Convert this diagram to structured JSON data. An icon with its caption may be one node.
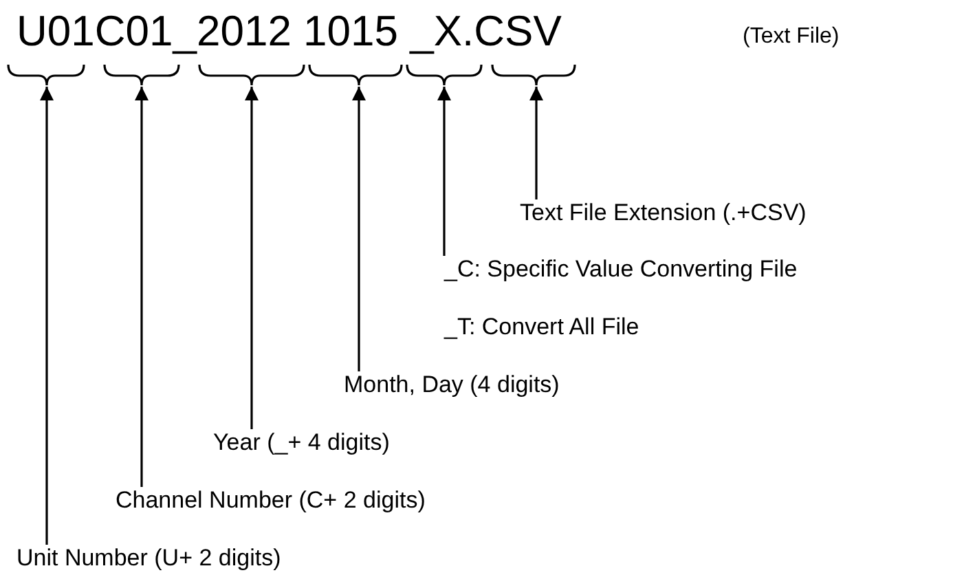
{
  "diagram": {
    "nodes": [
      {
        "text": [],
        "shape": "brace"
      },
      {
        "text": [],
        "shape": "brace"
      },
      {
        "text": [],
        "shape": "brace"
      },
      {
        "text": [],
        "shape": "brace"
      },
      {
        "text": [],
        "shape": "brace"
      },
      {
        "text": [],
        "shape": "brace"
      },
      {
        "text": [
          "Unit Number (U+ 2 digits)"
        ]
      },
      {
        "text": [
          "Channel Number (C+ 2 digits)"
        ]
      },
      {
        "text": [
          "Year (_+ 4 digits)"
        ]
      },
      {
        "text": [
          "Month, Day (4 digits)"
        ]
      },
      {
        "text": [
          "_C: Specific Value Converting File",
          "_T: Convert All File"
        ]
      },
      {
        "text": [
          "Text File Extension (.+CSV)"
        ]
      }
    ],
    "edges": [
      {
        "from": 6,
        "to": 0,
        "arrow": "to"
      },
      {
        "from": 7,
        "to": 1,
        "arrow": "to"
      },
      {
        "from": 8,
        "to": 2,
        "arrow": "to"
      },
      {
        "from": 9,
        "to": 3,
        "arrow": "to"
      },
      {
        "from": 10,
        "to": 4,
        "arrow": "to"
      },
      {
        "from": 11,
        "to": 5,
        "arrow": "to"
      }
    ],
    "labels": [
      "U01C01_2012 1015 _X.CSV",
      "(Text File)"
    ]
  }
}
